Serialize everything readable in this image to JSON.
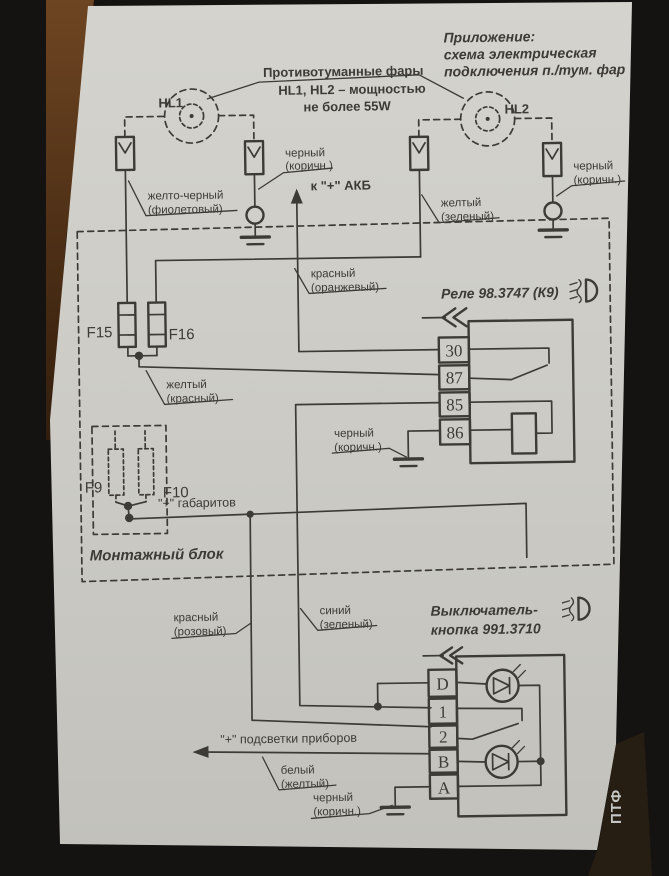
{
  "colors": {
    "photo_background": "#151311",
    "paper": "#cdccc6",
    "ink": "#3c3b35",
    "wood_edge": "#6e4522",
    "photo_label_text": "#c6c6c4"
  },
  "header": {
    "title_line1": "Приложение:",
    "title_line2": "схема электрическая",
    "title_line3": "подключения п./тум. фар"
  },
  "note": {
    "line1": "Противотуманные фары",
    "line2": "HL1, HL2 – мощностью",
    "line3": "не более 55W"
  },
  "lamps": {
    "hl1": "HL1",
    "hl2": "HL2"
  },
  "fuses": {
    "f15": "F15",
    "f16": "F16",
    "f9": "F9",
    "f10": "F10"
  },
  "wires": {
    "hl1_feed": [
      "желто-черный",
      "(фиолетовый)"
    ],
    "hl1_ground": [
      "черный",
      "(коричн.)"
    ],
    "hl2_feed": [
      "желтый",
      "(зеленый)"
    ],
    "hl2_ground": [
      "черный",
      "(коричн.)"
    ],
    "battery": "к \"+\" АКБ",
    "battery_wire": [
      "красный",
      "(оранжевый)"
    ],
    "fuse_output": [
      "желтый",
      "(красный)"
    ],
    "relay_ground": [
      "черный",
      "(коричн.)"
    ],
    "parking_plus": "\"+\" габаритов",
    "switch_feed": [
      "красный",
      "(розовый)"
    ],
    "relay_coil": [
      "синий",
      "(зеленый)"
    ],
    "illumination_plus": "\"+\" подсветки приборов",
    "illumination_wire": [
      "белый",
      "(желтый)"
    ],
    "switch_ground": [
      "черный",
      "(коричн.)"
    ]
  },
  "mounting_block": {
    "label": "Монтажный блок"
  },
  "relay": {
    "title": "Реле 98.3747 (К9)",
    "pins": [
      "30",
      "87",
      "85",
      "86"
    ]
  },
  "switch": {
    "title_line1": "Выключатель-",
    "title_line2": "кнопка 991.3710",
    "pins": [
      "D",
      "1",
      "2",
      "B",
      "A"
    ]
  },
  "photo": {
    "side_label": "ПТФ"
  }
}
